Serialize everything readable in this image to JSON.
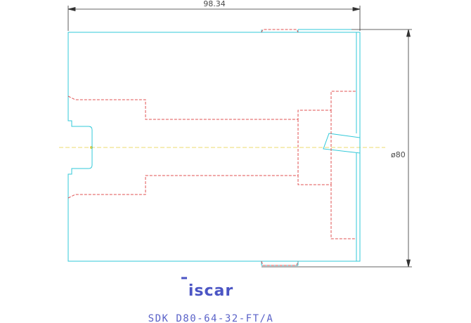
{
  "drawing": {
    "dimension_length": "98.34",
    "dimension_diameter": "ø80",
    "brand_logo": "iscar",
    "part_number": "SDK D80-64-32-FT/A"
  },
  "colors": {
    "outline": "#30c8d8",
    "hidden": "#e05050",
    "centerline": "#e8d040",
    "dimension": "#333333",
    "title": "#5a62c8"
  }
}
